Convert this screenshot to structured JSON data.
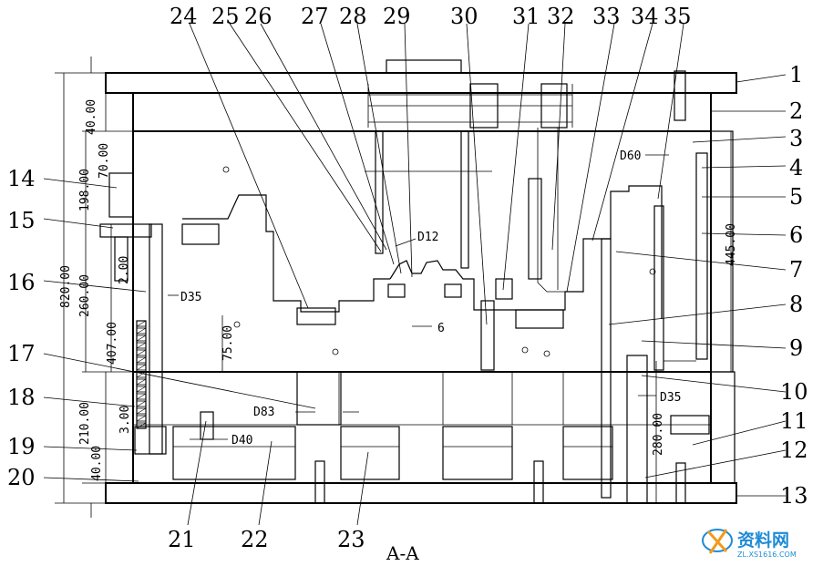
{
  "callouts_top": [
    "24",
    "25",
    "26",
    "27",
    "28",
    "29",
    "30",
    "31",
    "32",
    "33",
    "34",
    "35"
  ],
  "callouts_right": [
    "1",
    "2",
    "3",
    "4",
    "5",
    "6",
    "7",
    "8",
    "9",
    "10",
    "11",
    "12",
    "13"
  ],
  "callouts_left": [
    "14",
    "15",
    "16",
    "17",
    "18",
    "19",
    "20"
  ],
  "callouts_bottom": [
    "21",
    "22",
    "23"
  ],
  "dimensions": {
    "d35_left": "D35",
    "d35_right": "D35",
    "d60": "D60",
    "d12": "D12",
    "d83": "D83",
    "d40": "D40",
    "six": "6",
    "v820": "820.00",
    "v260": "260.00",
    "v407": "407.00",
    "v210": "210.00",
    "v40_top": "40.00",
    "v70": "70.00",
    "v198": "198.00",
    "v2": "2.00",
    "v3": "3.00",
    "v40_bottom": "40.00",
    "v75": "75.00",
    "v445": "445.00",
    "v280": "280.00"
  },
  "section_caption": "A-A",
  "watermark": {
    "main": "资料网",
    "sub": "ZL.XS1616.COM",
    "brand_color": "#1f8bd6"
  }
}
